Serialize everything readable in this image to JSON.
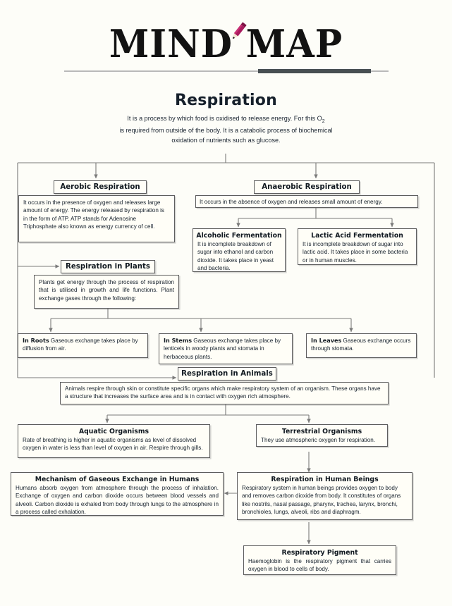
{
  "header": {
    "title": "MIND MAP",
    "pencil_icon": "pencil-icon",
    "accent_color": "#a81b5d",
    "rule_color": "#474f52"
  },
  "topic": {
    "title": "Respiration",
    "intro_line1": "It is a process by which food is oxidised to release energy. For this O",
    "intro_sub": "2",
    "intro_line2": "is required from outside of the body. It is a catabolic process of biochemical",
    "intro_line3": "oxidation of nutrients such as glucose."
  },
  "nodes": {
    "aerobic": {
      "title": "Aerobic Respiration",
      "body": "It occurs in the presence of oxygen and releases large amount of energy. The energy released by respiration is in the form of ATP. ATP stands for Adenosine Triphosphate also known as energy currency of cell."
    },
    "anaerobic": {
      "title": "Anaerobic Respiration",
      "body": "It occurs in the absence of oxygen and releases small amount of energy."
    },
    "alcoholic_fermentation": {
      "title": "Alcoholic Fermentation",
      "body": "It is incomplete breakdown of sugar into ethanol and carbon dioxide. It takes place in yeast and bacteria."
    },
    "lactic_fermentation": {
      "title": "Lactic Acid Fermentation",
      "body": "It is incomplete breakdown of sugar into lactic acid. It takes place in some bacteria or in  human muscles."
    },
    "plants": {
      "title": "Respiration in Plants",
      "body": "Plants get energy through the process of respiration that is utilised in growth and life functions. Plant exchange gases through the following:"
    },
    "roots": {
      "lead": "In Roots",
      "body": " Gaseous exchange takes place by diffusion from air."
    },
    "stems": {
      "lead": "In Stems",
      "body": " Gaseous exchange takes place by lenticels in woody plants and stomata in herbaceous plants."
    },
    "leaves": {
      "lead": "In Leaves",
      "body": " Gaseous exchange occurs through stomata."
    },
    "animals": {
      "title": "Respiration in Animals",
      "body": "Animals respire through skin or constitute specific organs which make respiratory system of an organism. These organs have a structure that increases the surface area and is in contact with oxygen rich atmosphere."
    },
    "aquatic": {
      "title": "Aquatic Organisms",
      "body": "Rate of breathing is higher in aquatic organisms as level of dissolved oxygen in water is less than level of oxygen in air. Respire through gills."
    },
    "terrestrial": {
      "title": "Terrestrial Organisms",
      "body": "They use atmospheric oxygen for respiration."
    },
    "mechanism": {
      "title": "Mechanism of Gaseous Exchange in Humans",
      "body": "Humans absorb oxygen from atmosphere through the process of inhalation. Exchange of oxygen and carbon dioxide occurs between blood vessels and alveoli. Carbon dioxide is exhaled from body through lungs to the atmosphere in a process called exhalation."
    },
    "human_beings": {
      "title": "Respiration in Human Beings",
      "body": "Respiratory system in human beings provides oxygen to body and removes carbon dioxide from body. It constitutes of organs like nostrils, nasal passage, pharynx, trachea, larynx, bronchi, bronchioles, lungs, alveoli, ribs and diaphragm."
    },
    "pigment": {
      "title": "Respiratory Pigment",
      "body": "Haemoglobin is the respiratory pigment that carries oxygen in blood to cells of body."
    }
  },
  "style": {
    "box_border": "#5d5d5d",
    "box_fill": "#fffef7",
    "connector": "#7a7a7a"
  }
}
